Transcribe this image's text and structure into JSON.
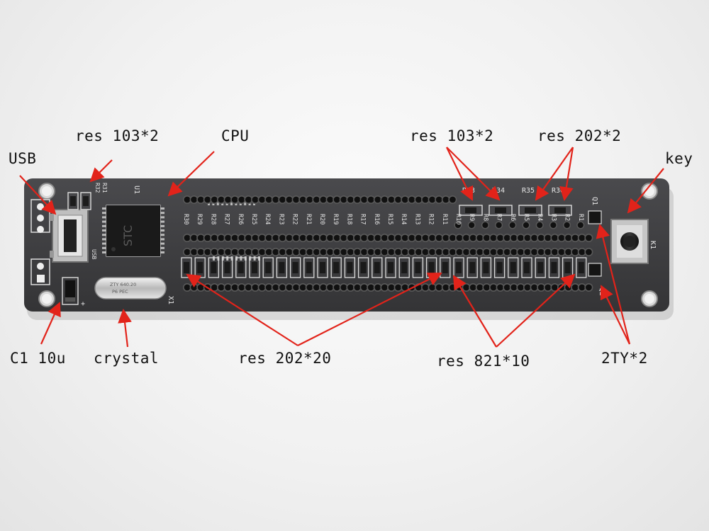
{
  "labels": {
    "usb": "USB",
    "res103_left": "res 103*2",
    "cpu": "CPU",
    "res103_right": "res 103*2",
    "res202_right": "res 202*2",
    "key": "key",
    "c1": "C1 10u",
    "crystal": "crystal",
    "res202_20": "res 202*20",
    "res821_10": "res 821*10",
    "transistors": "2TY*2"
  },
  "silkscreen": {
    "chip_text": "STC",
    "crystal_text_1": "ZTY 640.20",
    "crystal_text_2": "P6  PEC",
    "u1": "U1",
    "x1": "X1",
    "k1": "K1",
    "q1": "Q1",
    "q2": "Q2",
    "r31": "R31",
    "r32": "R32",
    "usb_pad": "USB",
    "top_refs": [
      "R33",
      "R34",
      "R35",
      "R36"
    ],
    "upper_refs": [
      "R30",
      "R29",
      "R28",
      "R27",
      "R26",
      "R25",
      "R24",
      "R23",
      "R22",
      "R21",
      "R20",
      "R19",
      "R18",
      "R17",
      "R16",
      "R15",
      "R14",
      "R13",
      "R12",
      "R11",
      "R10",
      "R9",
      "R8",
      "R7",
      "R6",
      "R5",
      "R4",
      "R3",
      "R2",
      "R1"
    ]
  },
  "colors": {
    "pcb": "#3e3e40",
    "arrow": "#e2231a",
    "silk": "#e6e6e6"
  }
}
